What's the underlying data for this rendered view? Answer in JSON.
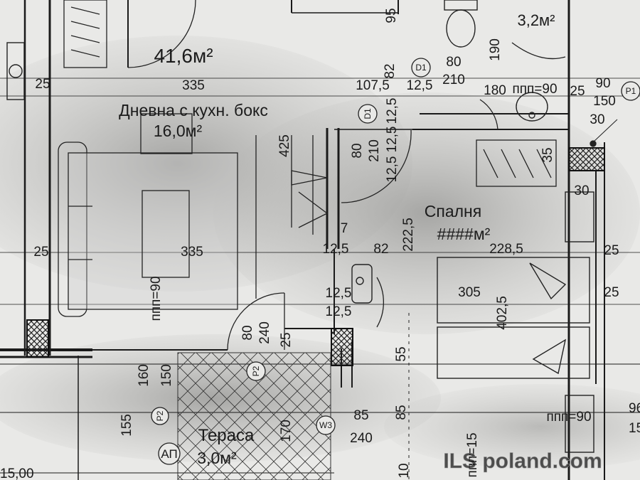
{
  "plan": {
    "total_area": "41,6м²",
    "rooms": {
      "living": {
        "name": "Дневна с кухн. бокс",
        "area": "16,0м²"
      },
      "bedroom": {
        "name": "Спалня",
        "area": "####м²"
      },
      "terrace": {
        "name": "Тераса",
        "area": "3,0м²"
      },
      "bath": {
        "area": "3,2м²"
      }
    },
    "tags": [
      "D1",
      "D1",
      "P1",
      "P2",
      "P2",
      "W3"
    ],
    "ap_label": "АП",
    "dimensions": {
      "d335a": "335",
      "d25a": "25",
      "d107": "107,5",
      "d12a": "12,5",
      "d82": "82",
      "d80a": "80",
      "d210a": "210",
      "d190": "190",
      "d180": "180",
      "ppp90a": "ппп=90",
      "d25b": "25",
      "d90": "90",
      "d150a": "150",
      "d30a": "30",
      "d12b": "12,5",
      "d12c": "12,5",
      "d12d": "12,5",
      "d80b": "80",
      "d210b": "210",
      "d425": "425",
      "d35": "35",
      "d30b": "30",
      "d25c": "25",
      "d335b": "335",
      "d7": "7",
      "d12e": "12,5",
      "d82b": "82",
      "d222": "222,5",
      "d228": "228,5",
      "d25d": "25",
      "d25e": "25",
      "d305": "305",
      "d402": "402,5",
      "d12f": "12,5",
      "d12g": "12,5",
      "ppp90b": "ппп=90",
      "d80c": "80",
      "d240a": "240",
      "d25f": "25",
      "d55": "55",
      "d160": "160",
      "d150b": "150",
      "d155": "155",
      "d170": "170",
      "d85a": "85",
      "d240b": "240",
      "d85b": "85",
      "ppp15": "ппп=15",
      "ppp90c": "ппп=90",
      "d96": "96",
      "d15": "15",
      "d95": "95",
      "d1500": "15,00",
      "d10": "10"
    },
    "watermark": "ILS poland.com"
  }
}
